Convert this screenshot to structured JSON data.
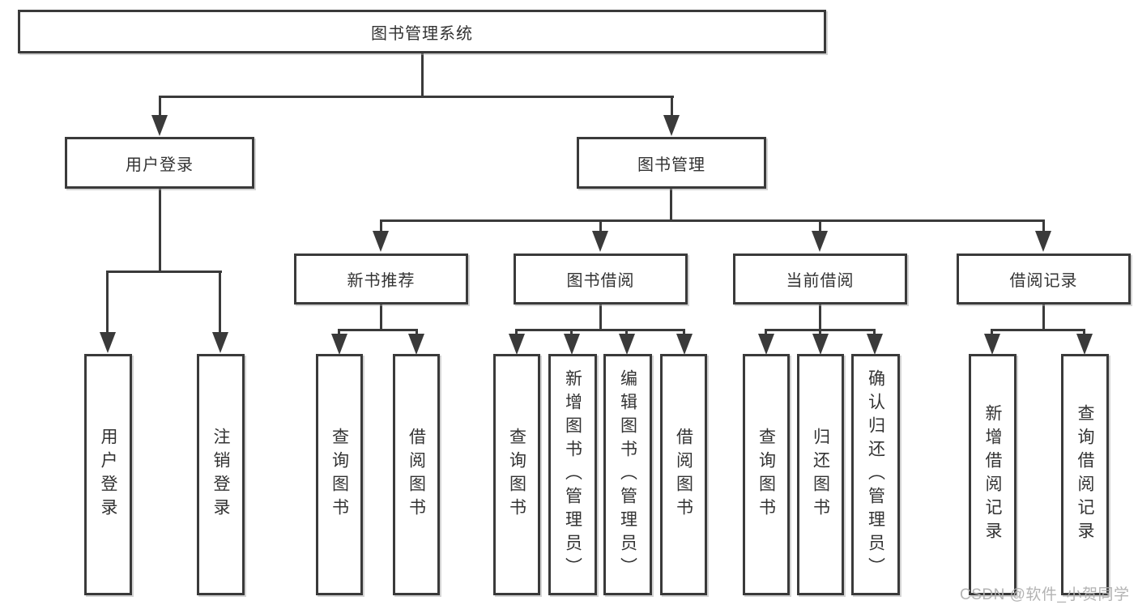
{
  "diagram": {
    "title": "图书管理系统",
    "colors": {
      "line": "#3a3a3a",
      "text": "#333333",
      "background": "#ffffff",
      "watermark": "#afafaf"
    },
    "level2": {
      "user_login": "用户登录",
      "book_management": "图书管理"
    },
    "level3": {
      "new_book_recommend": "新书推荐",
      "book_borrow": "图书借阅",
      "current_borrow": "当前借阅",
      "borrow_record": "借阅记录"
    },
    "leaves": {
      "user_login": [
        "用户登录",
        "注销登录"
      ],
      "new_book_recommend": [
        "查询图书",
        "借阅图书"
      ],
      "book_borrow": [
        "查询图书",
        "新增图书（管理员）",
        "编辑图书（管理员）",
        "借阅图书"
      ],
      "current_borrow": [
        "查询图书",
        "归还图书",
        "确认归还（管理员）"
      ],
      "borrow_record": [
        "新增借阅记录",
        "查询借阅记录"
      ]
    },
    "watermark": "CSDN @软件_小贺同学"
  }
}
